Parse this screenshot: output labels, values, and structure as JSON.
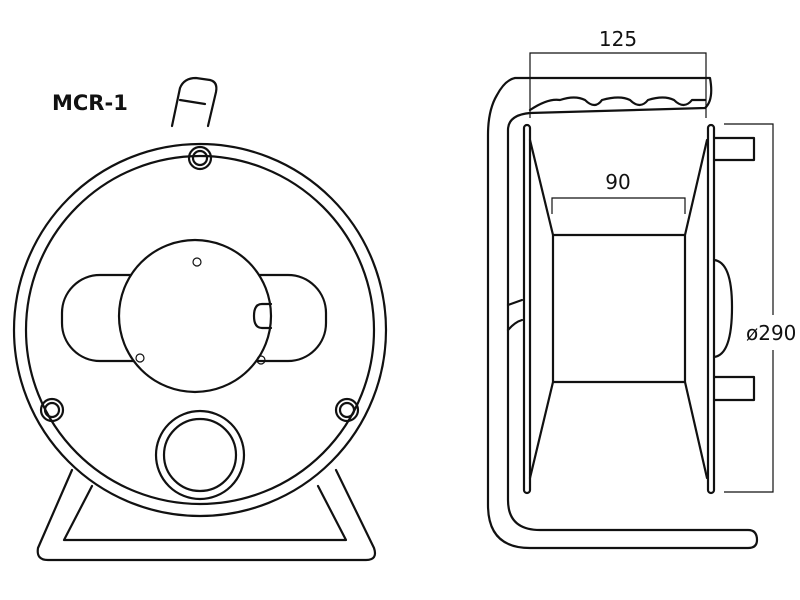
{
  "model": "MCR-1",
  "dimensions": {
    "total_width": "125",
    "drum_width": "90",
    "diameter": "ø290"
  }
}
